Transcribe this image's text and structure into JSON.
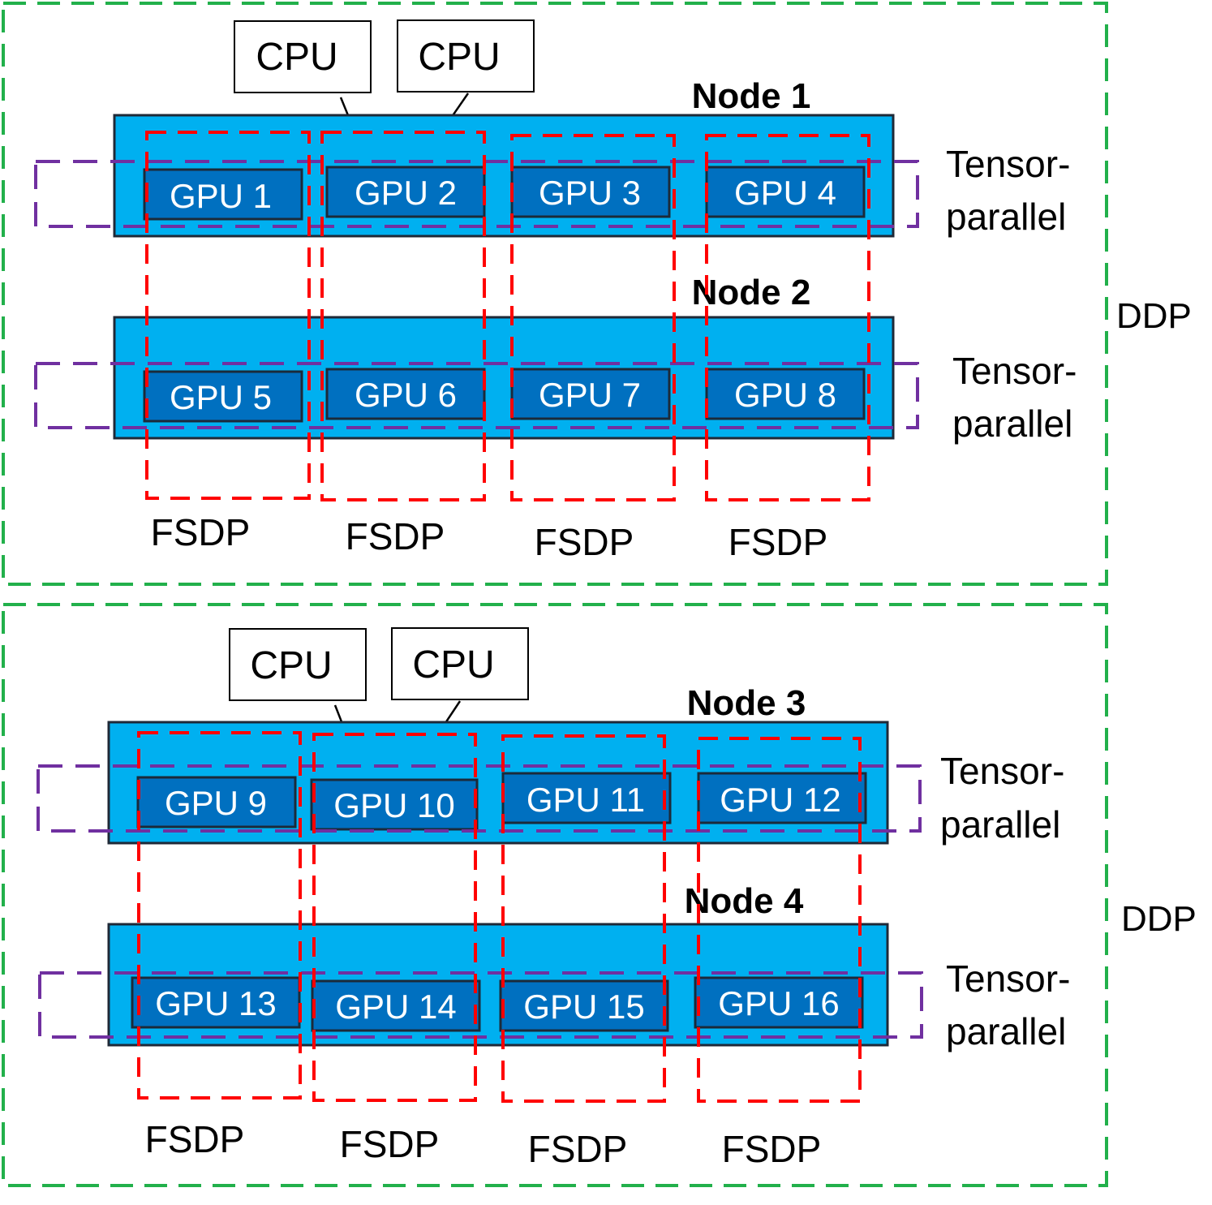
{
  "colors": {
    "node_bar": "#00B0F0",
    "gpu_box": "#0070C0",
    "ddp_border": "#22B04B",
    "fsdp_border": "#FF0000",
    "tensor_parallel_border": "#7030A0"
  },
  "groups": [
    {
      "ddp_label": "DDP",
      "cpus": [
        "CPU",
        "CPU"
      ],
      "fsdp_labels": [
        "FSDP",
        "FSDP",
        "FSDP",
        "FSDP"
      ],
      "nodes": [
        {
          "label": "Node 1",
          "tp_line1": "Tensor-",
          "tp_line2": "parallel",
          "gpus": [
            "GPU 1",
            "GPU 2",
            "GPU 3",
            "GPU 4"
          ]
        },
        {
          "label": "Node 2",
          "tp_line1": "Tensor-",
          "tp_line2": "parallel",
          "gpus": [
            "GPU 5",
            "GPU 6",
            "GPU 7",
            "GPU 8"
          ]
        }
      ]
    },
    {
      "ddp_label": "DDP",
      "cpus": [
        "CPU",
        "CPU"
      ],
      "fsdp_labels": [
        "FSDP",
        "FSDP",
        "FSDP",
        "FSDP"
      ],
      "nodes": [
        {
          "label": "Node 3",
          "tp_line1": "Tensor-",
          "tp_line2": "parallel",
          "gpus": [
            "GPU 9",
            "GPU 10",
            "GPU 11",
            "GPU 12"
          ]
        },
        {
          "label": "Node 4",
          "tp_line1": "Tensor-",
          "tp_line2": "parallel",
          "gpus": [
            "GPU 13",
            "GPU 14",
            "GPU 15",
            "GPU 16"
          ]
        }
      ]
    }
  ]
}
